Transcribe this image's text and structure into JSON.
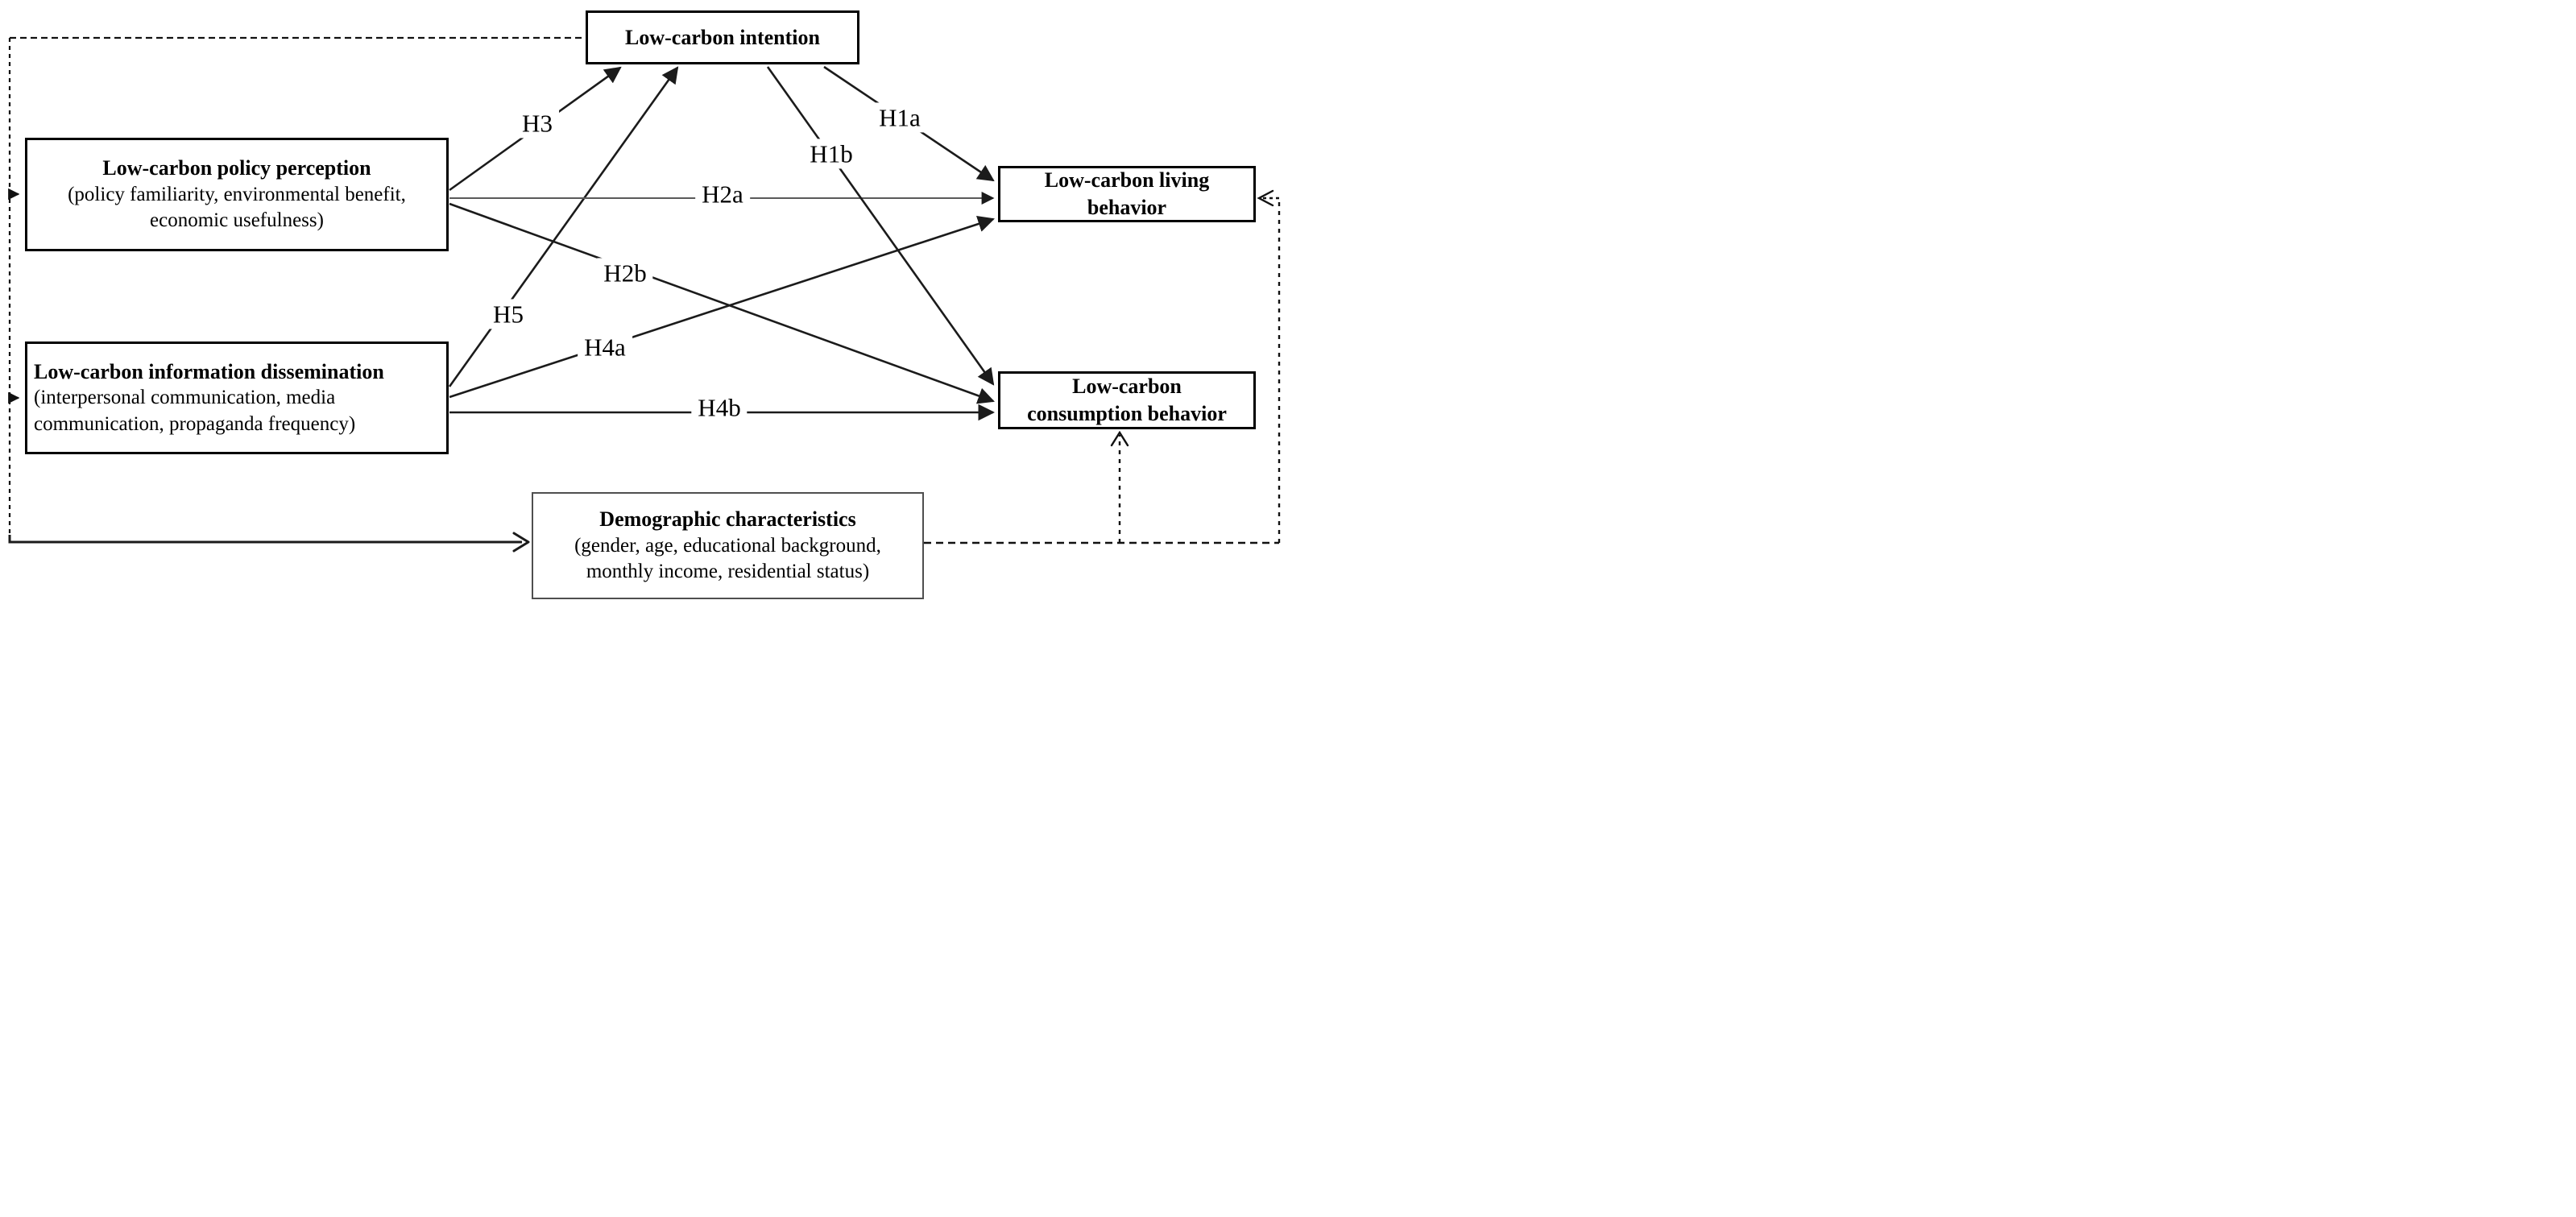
{
  "figure": {
    "type": "research-model-path-diagram",
    "description": "Hypothesized model linking low-carbon policy perception, information dissemination, intention, behaviors and demographic controls"
  },
  "boxes": {
    "intention": {
      "title": "Low-carbon intention"
    },
    "policy": {
      "title": "Low-carbon policy perception",
      "sub1": "(policy familiarity, environmental benefit,",
      "sub2": "economic usefulness)"
    },
    "info": {
      "title": "Low-carbon information dissemination",
      "sub1": "(interpersonal communication, media",
      "sub2": "communication, propaganda frequency)"
    },
    "living": {
      "line1": "Low-carbon living",
      "line2": "behavior"
    },
    "consumption": {
      "line1": "Low-carbon",
      "line2": "consumption behavior"
    },
    "demographic": {
      "title": "Demographic characteristics",
      "sub1": "(gender, age, educational background,",
      "sub2": "monthly income, residential status)"
    }
  },
  "labels": {
    "h3": "H3",
    "h1a": "H1a",
    "h1b": "H1b",
    "h2a": "H2a",
    "h2b": "H2b",
    "h5": "H5",
    "h4a": "H4a",
    "h4b": "H4b"
  },
  "edges": [
    {
      "label": "H3",
      "from": "policy",
      "to": "intention",
      "style": "solid"
    },
    {
      "label": "H2a",
      "from": "policy",
      "to": "living",
      "style": "solid"
    },
    {
      "label": "H2b",
      "from": "policy",
      "to": "consumption",
      "style": "solid"
    },
    {
      "label": "H5",
      "from": "information",
      "to": "intention",
      "style": "solid"
    },
    {
      "label": "H4a",
      "from": "information",
      "to": "living",
      "style": "solid"
    },
    {
      "label": "H4b",
      "from": "information",
      "to": "consumption",
      "style": "solid"
    },
    {
      "label": "H1a",
      "from": "intention",
      "to": "living",
      "style": "solid"
    },
    {
      "label": "H1b",
      "from": "intention",
      "to": "consumption",
      "style": "solid"
    },
    {
      "label": "",
      "from": "left-edge-line",
      "to": "demographic",
      "style": "solid"
    },
    {
      "label": "",
      "from": "demographic-line",
      "to": "policy",
      "style": "dashed"
    },
    {
      "label": "",
      "from": "demographic-line",
      "to": "information",
      "style": "dashed"
    },
    {
      "label": "",
      "from": "demographic-line",
      "to": "intention",
      "style": "dashed"
    },
    {
      "label": "",
      "from": "demographic",
      "to": "living",
      "style": "dashed"
    },
    {
      "label": "",
      "from": "demographic",
      "to": "consumption",
      "style": "dashed"
    }
  ],
  "colors": {
    "background": "#ffffff",
    "box_border": "#000000",
    "demographic_border": "#4f4f4f",
    "solid_line": "#1b1b1b",
    "h2a_line": "#5a5a5a",
    "dashed_line": "#111111",
    "label_background": "#ffffff",
    "text": "#000000"
  }
}
